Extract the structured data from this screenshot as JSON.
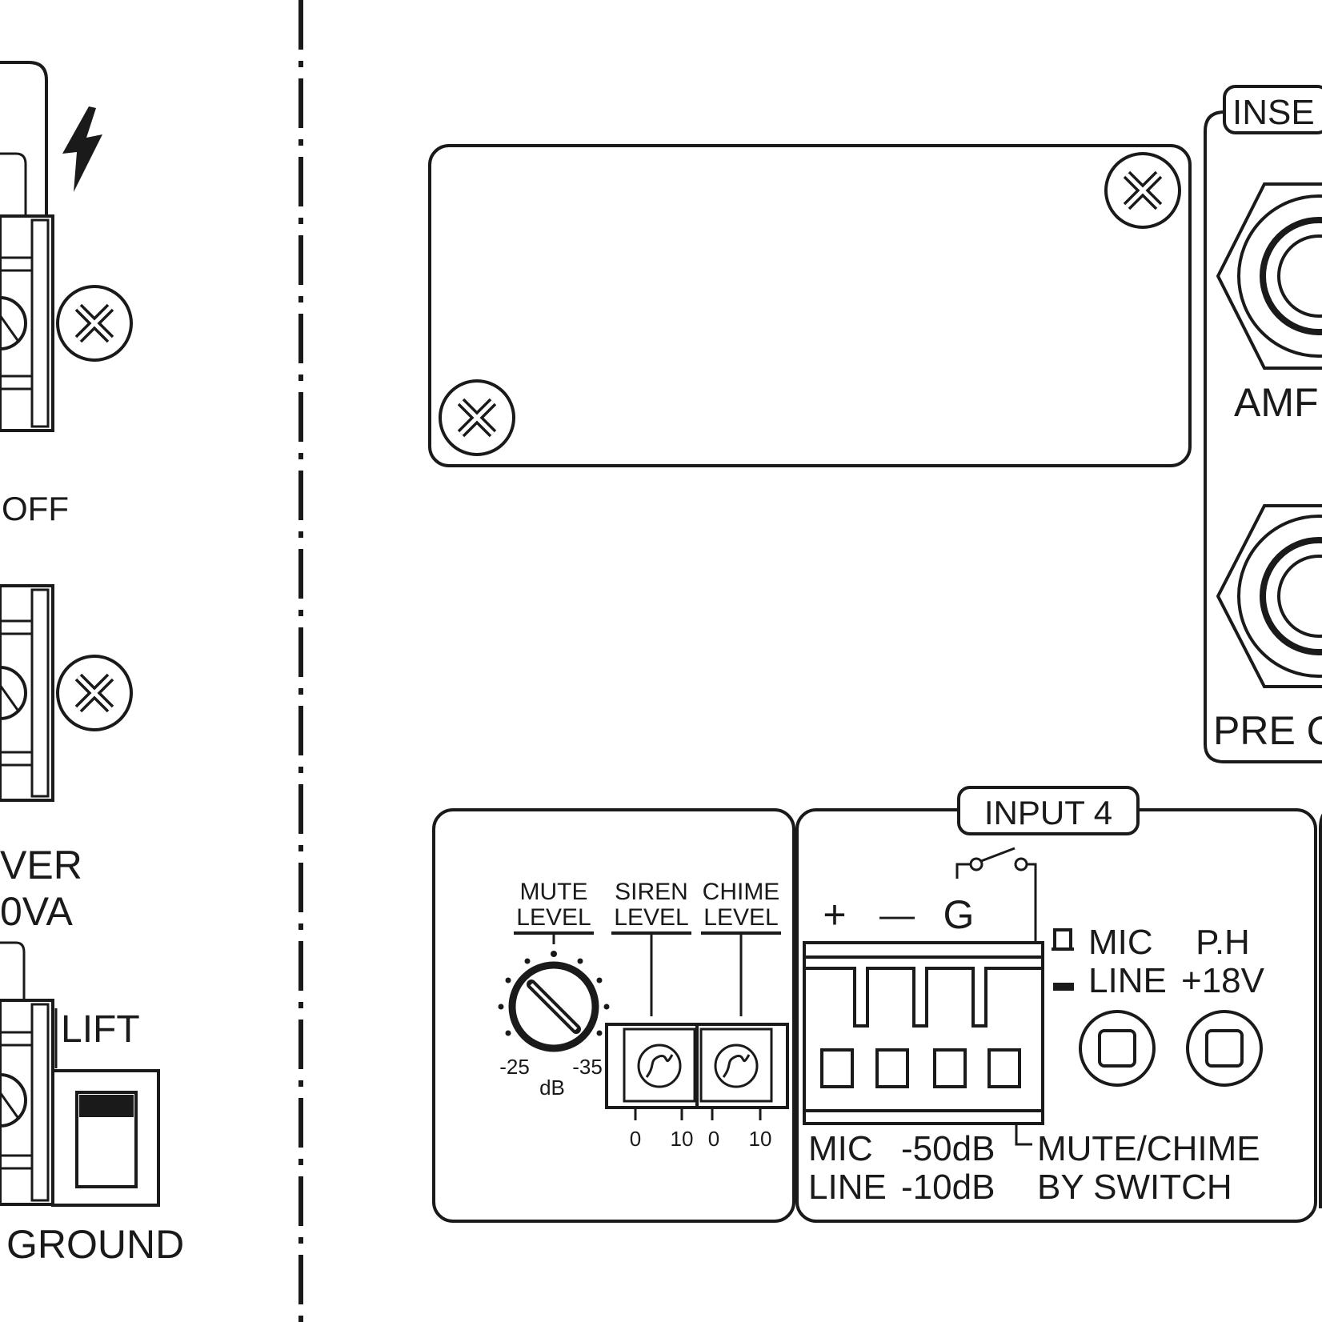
{
  "left_section": {
    "power_label_partial": "OFF",
    "power_rating_line1": "VER",
    "power_rating_line2": "0VA",
    "lift_label": "LIFT",
    "ground_label": "GROUND"
  },
  "insert_section": {
    "title_partial": "INSE",
    "amp_label_partial": "AMF",
    "pre_label_partial": "PRE O"
  },
  "mute_section": {
    "mute_level_line1": "MUTE",
    "mute_level_line2": "LEVEL",
    "siren_level_line1": "SIREN",
    "siren_level_line2": "LEVEL",
    "chime_level_line1": "CHIME",
    "chime_level_line2": "LEVEL",
    "knob_min": "-25",
    "knob_max": "-35",
    "knob_unit": "dB",
    "siren_scale_min": "0",
    "siren_scale_max": "10",
    "chime_scale_min": "0",
    "chime_scale_max": "10"
  },
  "input4": {
    "title": "INPUT 4",
    "terminal_plus": "+",
    "terminal_minus": "—",
    "terminal_ground": "G",
    "switch_mic": "MIC",
    "switch_line": "LINE",
    "phantom_line1": "P.H",
    "phantom_line2": "+18V",
    "mic_sens_label": "MIC",
    "mic_sens_value": "-50dB",
    "line_sens_label": "LINE",
    "line_sens_value": "-10dB",
    "mute_chime_line1": "MUTE/CHIME",
    "mute_chime_line2": "BY SWITCH"
  }
}
